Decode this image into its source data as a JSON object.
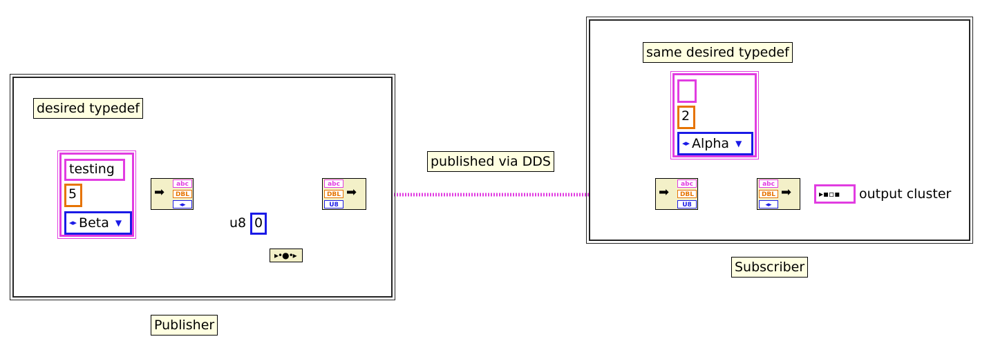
{
  "publisher": {
    "caption": "Publisher",
    "typedef_label": "desired typedef",
    "string_value": "testing",
    "number_value": "5",
    "enum_value": "Beta",
    "u8_label": "u8",
    "u8_value": "0",
    "unbundle_rows": [
      "abc",
      "DBL",
      "◂▸"
    ],
    "bundle_rows": [
      "abc",
      "DBL",
      "U8"
    ]
  },
  "wire_label": "published via DDS",
  "subscriber": {
    "caption": "Subscriber",
    "typedef_label": "same desired typedef",
    "string_value": "",
    "number_value": "2",
    "enum_value": "Alpha",
    "unbundle_rows": [
      "abc",
      "DBL",
      "U8"
    ],
    "bundle_rows": [
      "abc",
      "DBL",
      "◂▸"
    ],
    "output_label": "output cluster"
  },
  "colors": {
    "cluster_wire": "#e13ce1",
    "dbl_wire": "#e67300",
    "int_wire": "#1a1ae6",
    "label_bg": "#ffffe1"
  }
}
